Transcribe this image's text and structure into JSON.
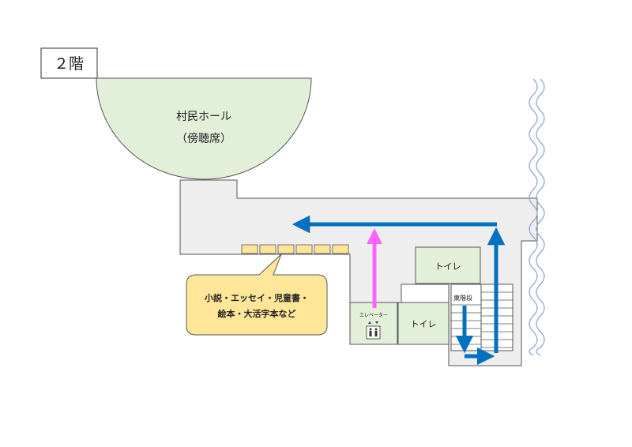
{
  "floor_label": "２階",
  "rooms": {
    "hall_name": "村民ホール",
    "hall_sub": "（傍聴席）",
    "toilet_upper": "トイレ",
    "toilet_lower": "トイレ",
    "elevator": "エレベーター",
    "stairs": "東階段"
  },
  "callout": {
    "line1": "小説・エッセイ・児童書・",
    "line2": "絵本・大活字本など"
  },
  "shelf_count": 6,
  "colors": {
    "hall_fill": "#e2efd9",
    "corridor_fill": "#eeeeee",
    "shelf_fill": "#ffe599",
    "callout_fill": "#ffe699",
    "route_blue": "#0070c0",
    "elevator_route": "#ff66ff",
    "window_wave": "#8ea9db",
    "outline": "#555555"
  }
}
